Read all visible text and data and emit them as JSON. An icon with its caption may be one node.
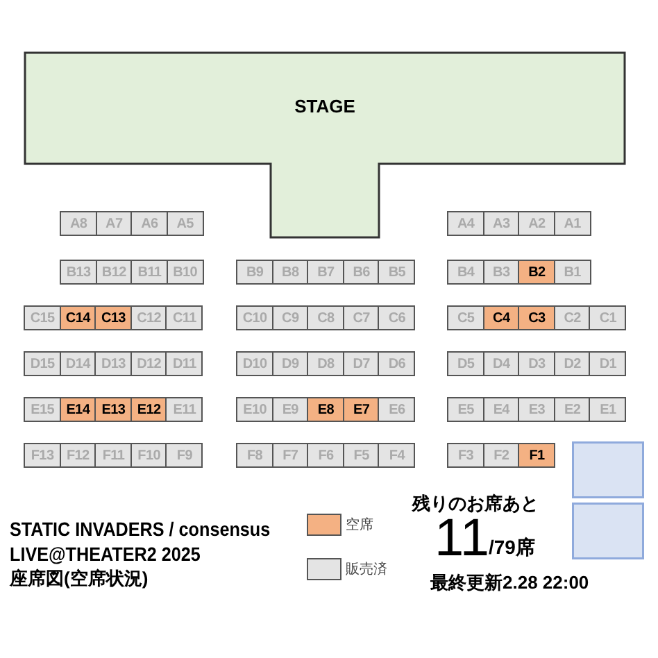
{
  "diagram": {
    "nodes": [
      {
        "text": [
          "STAGE"
        ]
      },
      {
        "text": [
          "A8"
        ]
      },
      {
        "text": [
          "A7"
        ]
      },
      {
        "text": [
          "A6"
        ]
      },
      {
        "text": [
          "A5"
        ]
      },
      {
        "text": [
          "A4"
        ]
      },
      {
        "text": [
          "A3"
        ]
      },
      {
        "text": [
          "A2"
        ]
      },
      {
        "text": [
          "A1"
        ]
      },
      {
        "text": [
          "B13"
        ]
      },
      {
        "text": [
          "B12"
        ]
      },
      {
        "text": [
          "B11"
        ]
      },
      {
        "text": [
          "B10"
        ]
      },
      {
        "text": [
          "B9"
        ]
      },
      {
        "text": [
          "B8"
        ]
      },
      {
        "text": [
          "B7"
        ]
      },
      {
        "text": [
          "B6"
        ]
      },
      {
        "text": [
          "B5"
        ]
      },
      {
        "text": [
          "B4"
        ]
      },
      {
        "text": [
          "B3"
        ]
      },
      {
        "text": [
          "B2"
        ]
      },
      {
        "text": [
          "B1"
        ]
      },
      {
        "text": [
          "C15"
        ]
      },
      {
        "text": [
          "C14"
        ]
      },
      {
        "text": [
          "C13"
        ]
      },
      {
        "text": [
          "C12"
        ]
      },
      {
        "text": [
          "C11"
        ]
      },
      {
        "text": [
          "C10"
        ]
      },
      {
        "text": [
          "C9"
        ]
      },
      {
        "text": [
          "C8"
        ]
      },
      {
        "text": [
          "C7"
        ]
      },
      {
        "text": [
          "C6"
        ]
      },
      {
        "text": [
          "C5"
        ]
      },
      {
        "text": [
          "C4"
        ]
      },
      {
        "text": [
          "C3"
        ]
      },
      {
        "text": [
          "C2"
        ]
      },
      {
        "text": [
          "C1"
        ]
      },
      {
        "text": [
          "D15"
        ]
      },
      {
        "text": [
          "D14"
        ]
      },
      {
        "text": [
          "D13"
        ]
      },
      {
        "text": [
          "D12"
        ]
      },
      {
        "text": [
          "D11"
        ]
      },
      {
        "text": [
          "D10"
        ]
      },
      {
        "text": [
          "D9"
        ]
      },
      {
        "text": [
          "D8"
        ]
      },
      {
        "text": [
          "D7"
        ]
      },
      {
        "text": [
          "D6"
        ]
      },
      {
        "text": [
          "D5"
        ]
      },
      {
        "text": [
          "D4"
        ]
      },
      {
        "text": [
          "D3"
        ]
      },
      {
        "text": [
          "D2"
        ]
      },
      {
        "text": [
          "D1"
        ]
      },
      {
        "text": [
          "E15"
        ]
      },
      {
        "text": [
          "E14"
        ]
      },
      {
        "text": [
          "E13"
        ]
      },
      {
        "text": [
          "E12"
        ]
      },
      {
        "text": [
          "E11"
        ]
      },
      {
        "text": [
          "E10"
        ]
      },
      {
        "text": [
          "E9"
        ]
      },
      {
        "text": [
          "E8"
        ]
      },
      {
        "text": [
          "E7"
        ]
      },
      {
        "text": [
          "E6"
        ]
      },
      {
        "text": [
          "E5"
        ]
      },
      {
        "text": [
          "E4"
        ]
      },
      {
        "text": [
          "E3"
        ]
      },
      {
        "text": [
          "E2"
        ]
      },
      {
        "text": [
          "E1"
        ]
      },
      {
        "text": [
          "F13"
        ]
      },
      {
        "text": [
          "F12"
        ]
      },
      {
        "text": [
          "F11"
        ]
      },
      {
        "text": [
          "F10"
        ]
      },
      {
        "text": [
          "F9"
        ]
      },
      {
        "text": [
          "F8"
        ]
      },
      {
        "text": [
          "F7"
        ]
      },
      {
        "text": [
          "F6"
        ]
      },
      {
        "text": [
          "F5"
        ]
      },
      {
        "text": [
          "F4"
        ]
      },
      {
        "text": [
          "F3"
        ]
      },
      {
        "text": [
          "F2"
        ]
      },
      {
        "text": [
          "F1"
        ]
      },
      {
        "text": [],
        "shape": "box"
      },
      {
        "text": [],
        "shape": "box"
      }
    ],
    "labels": [
      "STATIC INVADERS / consensus",
      "LIVE@THEATER2 2025",
      "座席図(空席状況)",
      "残りのお席あと",
      "11",
      "/79席",
      "最終更新2.28 22:00"
    ],
    "legend": [
      {
        "text": "空席",
        "color": "#f4b183"
      },
      {
        "text": "販売済",
        "color": "#e4e4e4"
      }
    ]
  }
}
